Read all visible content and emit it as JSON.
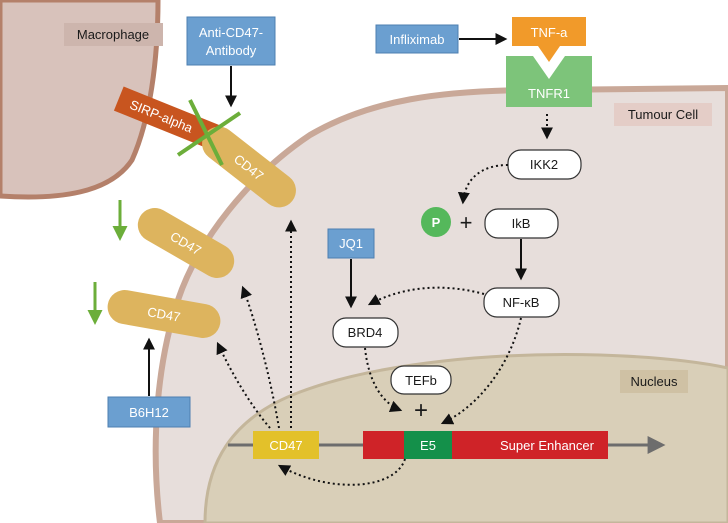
{
  "labels": {
    "macrophage": "Macrophage",
    "anti_cd47_line1": "Anti-CD47-",
    "anti_cd47_line2": "Antibody",
    "infliximab": "Infliximab",
    "tnf_a": "TNF-a",
    "tnfr1": "TNFR1",
    "tumour_cell": "Tumour Cell",
    "sirp_alpha": "SIRP-alpha",
    "cd47": "CD47",
    "ikk2": "IKK2",
    "p": "P",
    "ikb": "IkB",
    "jq1": "JQ1",
    "nf_kb": "NF-κB",
    "brd4": "BRD4",
    "tefb": "TEFb",
    "plus": "+",
    "nucleus": "Nucleus",
    "b6h12": "B6H12",
    "cd47_gene": "CD47",
    "e5": "E5",
    "super_enhancer": "Super Enhancer"
  },
  "colors": {
    "membrane": "#c9a898",
    "cytoplasm": "#e7dedb",
    "nucleus": "#d9cfb8",
    "macrophage_fill": "#d8c2bb",
    "macrophage_stroke": "#b4806a",
    "cd47": "#ddb45e",
    "sirp_alpha": "#c8551f",
    "drug_box": "#6b9fd0",
    "tnf": "#f19a2a",
    "tnfr1": "#7dc47a",
    "down_arrow": "#6cae3a",
    "phospho": "#55b85b",
    "enhancer": "#cf2328",
    "e5": "#14904a",
    "cd47_gene": "#e3c12a",
    "dna_line": "#6d6d6d"
  },
  "icons": {
    "inhibition_cross": "x-cross-icon",
    "downregulation": "down-arrow-icon"
  }
}
